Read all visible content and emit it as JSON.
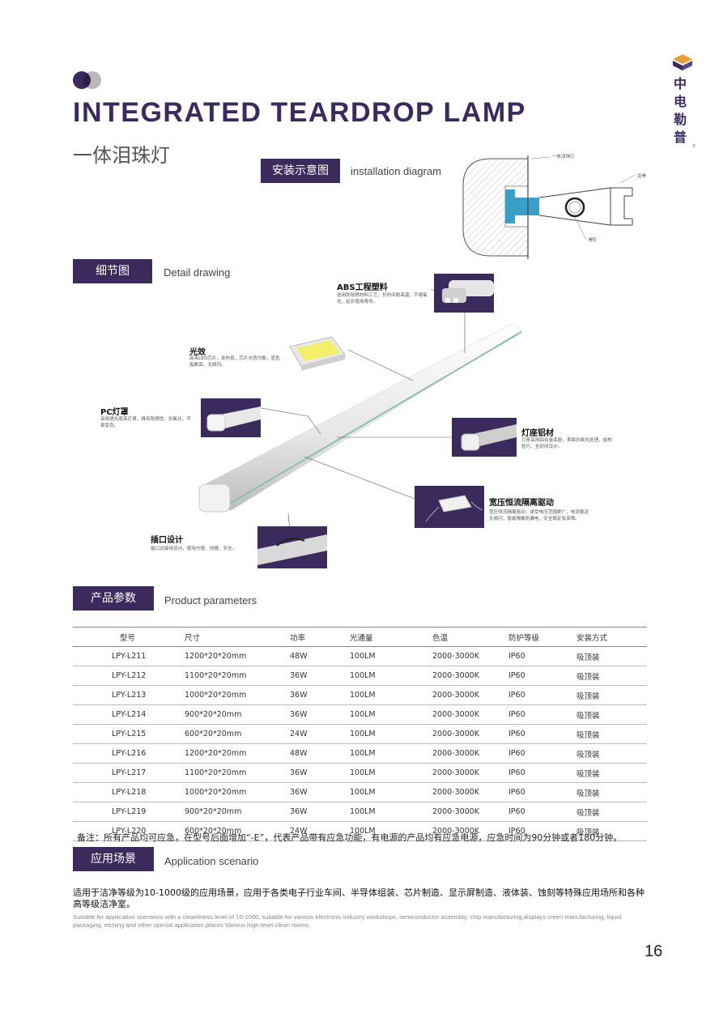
{
  "header": {
    "title_en": "INTEGRATED TEARDROP LAMP",
    "title_cn": "一体泪珠灯",
    "logo_text": [
      "中",
      "电",
      "勒",
      "普"
    ],
    "logo_reg": "®"
  },
  "install": {
    "tag_cn": "安装示意图",
    "tag_en": "installation diagram",
    "labels": {
      "lamp": "一体泪珠灯",
      "keel": "龙骨",
      "pulley": "滑轮"
    }
  },
  "detail": {
    "tag_cn": "细节图",
    "tag_en": "Detail drawing",
    "callouts": {
      "abs": {
        "title": "ABS工程塑料",
        "desc": "选用防阻燃材料工艺，长时间耐高温，不易氧化，延长使用寿命。"
      },
      "light": {
        "title": "光效",
        "desc": "高亮LED芯片，发热低，芯片光色均衡，显色指数高，无频闪。"
      },
      "pc": {
        "title": "PC灯罩",
        "desc": "采用透光度高灯罩，具有阻燃性，抗氧化，不易变色。"
      },
      "base": {
        "title": "灯座铝材",
        "desc": "灯座采用铝合金底座，表面抗氧化处理，结构轻巧，全封闭设计。"
      },
      "driver": {
        "title": "宽压恒流隔离驱动",
        "desc": "宽压恒流隔离驱动，承受电压范围更广，电流稳定无频闪，智能隔离防漏电，安全稳定有保障。"
      },
      "plug": {
        "title": "插口设计",
        "desc": "插口式接线设计，使用方便，快捷，安全。"
      }
    }
  },
  "params": {
    "tag_cn": "产品参数",
    "tag_en": "Product parameters",
    "columns": [
      "型号",
      "尺寸",
      "功率",
      "光通量",
      "色温",
      "防护等级",
      "安装方式"
    ],
    "rows": [
      [
        "LPY-L211",
        "1200*20*20mm",
        "48W",
        "100LM",
        "2000-3000K",
        "IP60",
        "吸顶装"
      ],
      [
        "LPY-L212",
        "1100*20*20mm",
        "36W",
        "100LM",
        "2000-3000K",
        "IP60",
        "吸顶装"
      ],
      [
        "LPY-L213",
        "1000*20*20mm",
        "36W",
        "100LM",
        "2000-3000K",
        "IP60",
        "吸顶装"
      ],
      [
        "LPY-L214",
        "900*20*20mm",
        "36W",
        "100LM",
        "2000-3000K",
        "IP60",
        "吸顶装"
      ],
      [
        "LPY-L215",
        "600*20*20mm",
        "24W",
        "100LM",
        "2000-3000K",
        "IP60",
        "吸顶装"
      ],
      [
        "LPY-L216",
        "1200*20*20mm",
        "48W",
        "100LM",
        "2000-3000K",
        "IP60",
        "吸顶装"
      ],
      [
        "LPY-L217",
        "1100*20*20mm",
        "36W",
        "100LM",
        "2000-3000K",
        "IP60",
        "吸顶装"
      ],
      [
        "LPY-L218",
        "1000*20*20mm",
        "36W",
        "100LM",
        "2000-3000K",
        "IP60",
        "吸顶装"
      ],
      [
        "LPY-L219",
        "900*20*20mm",
        "36W",
        "100LM",
        "2000-3000K",
        "IP60",
        "吸顶装"
      ],
      [
        "LPY-L220",
        "600*20*20mm",
        "24W",
        "100LM",
        "2000-3000K",
        "IP60",
        "吸顶装"
      ]
    ],
    "note": "备注：所有产品均可应急，在型号后面增加“-E”，代表产品带有应急功能，有电源的产品均有应急电源，应急时间为90分钟或者180分钟。"
  },
  "scenario": {
    "tag_cn": "应用场景",
    "tag_en": "Application scenario",
    "text_cn": "适用于洁净等级为10-1000级的应用场景，应用于各类电子行业车间、半导体组装、芯片制造、显示屏制造、液体装、蚀刻等特殊应用场所和各种高等级洁净室。",
    "text_en": "Suitable for application scenarios with a cleanliness level of 10-1000, suitable for various electronic industry workshops, semiconductor assembly, chip manufacturing,displays creen manufacturing, liquid packaging, etching and other special application places Various high-level clean rooms."
  },
  "page_number": "16",
  "colors": {
    "brand": "#3b2a5c",
    "accent_gray": "#b8b8b8",
    "diagram_blue": "#3aa0c8"
  }
}
